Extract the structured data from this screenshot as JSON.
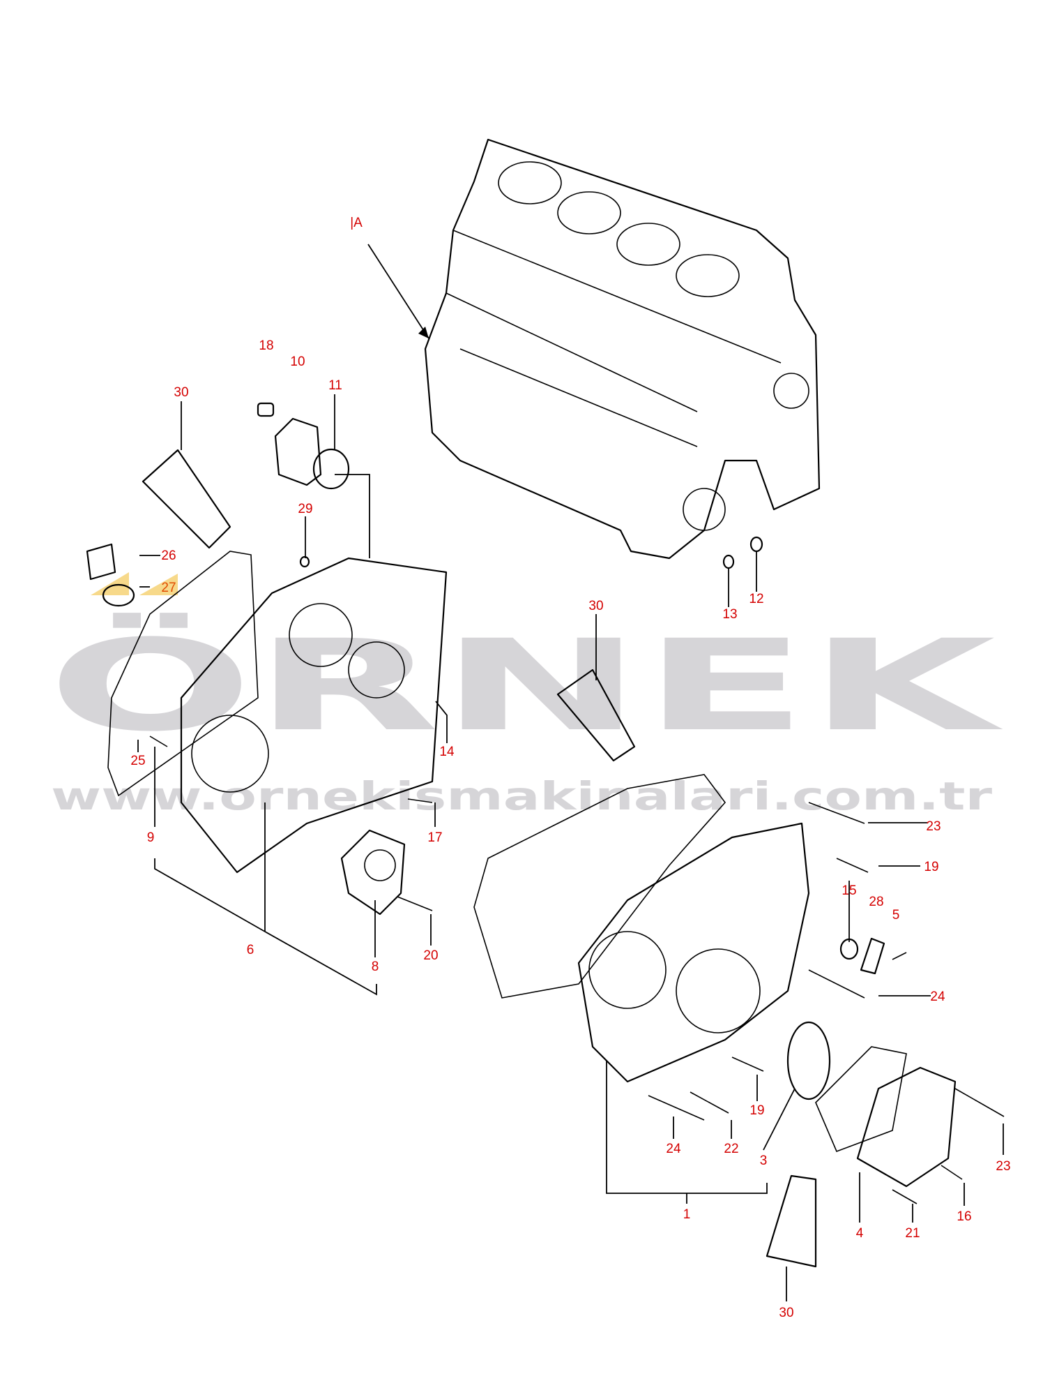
{
  "watermark": {
    "brand": "ÖRNEK",
    "url": "www.ornekismakinalari.com.tr"
  },
  "view_marker": "|A",
  "labels": {
    "l30a": "30",
    "l18": "18",
    "l10": "10",
    "l11": "11",
    "l29": "29",
    "l26": "26",
    "l27": "27",
    "l30b": "30",
    "l13": "13",
    "l12": "12",
    "l14": "14",
    "l25": "25",
    "l9": "9",
    "l17": "17",
    "l6": "6",
    "l8": "8",
    "l20": "20",
    "l23a": "23",
    "l19a": "19",
    "l15": "15",
    "l28": "28",
    "l5": "5",
    "l24a": "24",
    "l19b": "19",
    "l24b": "24",
    "l22": "22",
    "l3": "3",
    "l23b": "23",
    "l16": "16",
    "l1": "1",
    "l4": "4",
    "l21": "21",
    "l30c": "30"
  },
  "colors": {
    "label": "#d40000",
    "highlight": "#f7d98a",
    "watermark": "#c9c7cc"
  }
}
